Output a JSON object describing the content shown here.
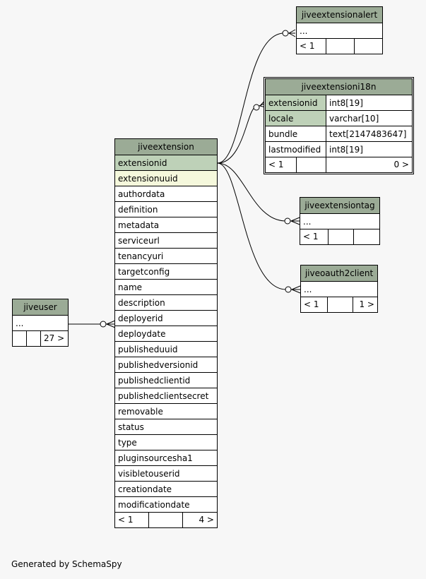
{
  "caption": "Generated by SchemaSpy",
  "tables": {
    "jiveextensionalert": {
      "title": "jiveextensionalert",
      "rows": [
        "..."
      ],
      "footer": [
        "< 1",
        "",
        ""
      ]
    },
    "jiveextensioni18n": {
      "title": "jiveextensioni18n",
      "columns": [
        {
          "name": "extensionid",
          "type": "int8[19]"
        },
        {
          "name": "locale",
          "type": "varchar[10]"
        },
        {
          "name": "bundle",
          "type": "text[2147483647]"
        },
        {
          "name": "lastmodified",
          "type": "int8[19]"
        }
      ],
      "footer": [
        "< 1",
        "",
        "0 >"
      ]
    },
    "jiveextensiontag": {
      "title": "jiveextensiontag",
      "rows": [
        "..."
      ],
      "footer": [
        "< 1",
        "",
        ""
      ]
    },
    "jiveoauth2client": {
      "title": "jiveoauth2client",
      "rows": [
        "..."
      ],
      "footer": [
        "< 1",
        "",
        "1 >"
      ]
    },
    "jiveuser": {
      "title": "jiveuser",
      "rows": [
        "..."
      ],
      "footer": [
        "",
        "",
        "27 >"
      ]
    },
    "jiveextension": {
      "title": "jiveextension",
      "rows": [
        "extensionid",
        "extensionuuid",
        "authordata",
        "definition",
        "metadata",
        "serviceurl",
        "tenancyuri",
        "targetconfig",
        "name",
        "description",
        "deployerid",
        "deploydate",
        "publisheduuid",
        "publishedversionid",
        "publishedclientid",
        "publishedclientsecret",
        "removable",
        "status",
        "type",
        "pluginsourcesha1",
        "visibletouserid",
        "creationdate",
        "modificationdate"
      ],
      "footer": [
        "< 1",
        "",
        "4 >"
      ]
    }
  },
  "colors": {
    "header": "#9bab96",
    "primary_key": "#bed1b8",
    "indexed": "#f5f8dc",
    "background": "#f7f7f7"
  }
}
